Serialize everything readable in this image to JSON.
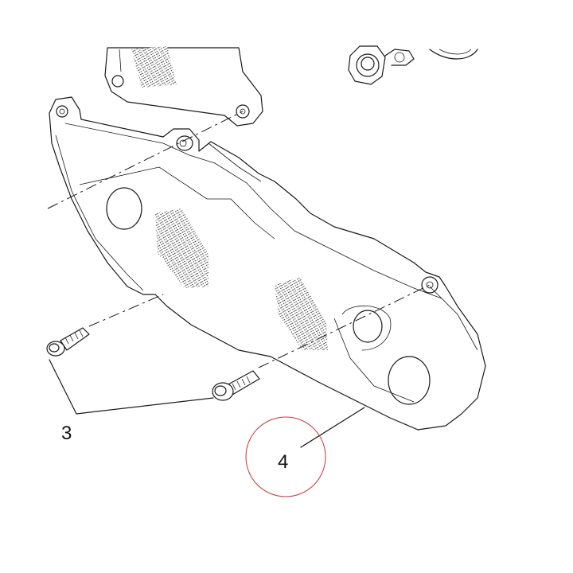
{
  "callouts": [
    {
      "id": "bolts",
      "label": "3"
    },
    {
      "id": "bracket",
      "label": "4"
    }
  ],
  "highlight_ring_color": "#c8353a"
}
